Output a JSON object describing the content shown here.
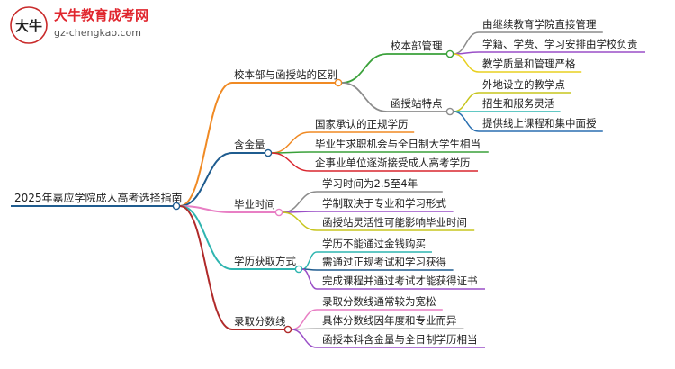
{
  "logo": {
    "brand": "大牛教育成考网",
    "url": "gz-chengkao.com",
    "mark_text": "大牛"
  },
  "root": {
    "label": "2025年嘉应学院成人高考选择指南",
    "color": "#1f5c8f"
  },
  "branches": [
    {
      "label": "校本部与函授站的区别",
      "color": "#f08a24",
      "children": [
        {
          "label": "校本部管理",
          "color": "#3aa13a",
          "children": [
            {
              "label": "由继续教育学院直接管理",
              "color": "#8c8c8c"
            },
            {
              "label": "学籍、学费、学习安排由学校负责",
              "color": "#9a4fc7"
            },
            {
              "label": "教学质量和管理严格",
              "color": "#e8d020"
            }
          ]
        },
        {
          "label": "函授站特点",
          "color": "#8c8c8c",
          "children": [
            {
              "label": "外地设立的教学点",
              "color": "#c7c51e"
            },
            {
              "label": "招生和服务灵活",
              "color": "#2fb5b0"
            },
            {
              "label": "提供线上课程和集中面授",
              "color": "#2a6fb0"
            }
          ]
        }
      ]
    },
    {
      "label": "含金量",
      "color": "#1f5c8f",
      "children": [
        {
          "label": "国家承认的正规学历",
          "color": "#f08a24"
        },
        {
          "label": "毕业生求职机会与全日制大学生相当",
          "color": "#3aa13a"
        },
        {
          "label": "企事业单位逐渐接受成人高考学历",
          "color": "#d9262e"
        }
      ]
    },
    {
      "label": "毕业时间",
      "color": "#e87fc4",
      "children": [
        {
          "label": "学习时间为2.5至4年",
          "color": "#8c8c8c"
        },
        {
          "label": "学制取决于专业和学习形式",
          "color": "#9a4fc7"
        },
        {
          "label": "函授站灵活性可能影响毕业时间",
          "color": "#c7c51e"
        }
      ]
    },
    {
      "label": "学历获取方式",
      "color": "#2fb5b0",
      "children": [
        {
          "label": "学历不能通过金钱购买",
          "color": "#2fb5b0"
        },
        {
          "label": "需通过正规考试和学习获得",
          "color": "#1f5c8f"
        },
        {
          "label": "完成课程并通过考试才能获得证书",
          "color": "#9a4fc7"
        }
      ]
    },
    {
      "label": "录取分数线",
      "color": "#b02a2a",
      "children": [
        {
          "label": "录取分数线通常较为宽松",
          "color": "#e87fc4"
        },
        {
          "label": "具体分数线因年度和专业而异",
          "color": "#b0b0b0"
        },
        {
          "label": "函授本科含金量与全日制学历相当",
          "color": "#9a4fc7"
        }
      ]
    }
  ]
}
